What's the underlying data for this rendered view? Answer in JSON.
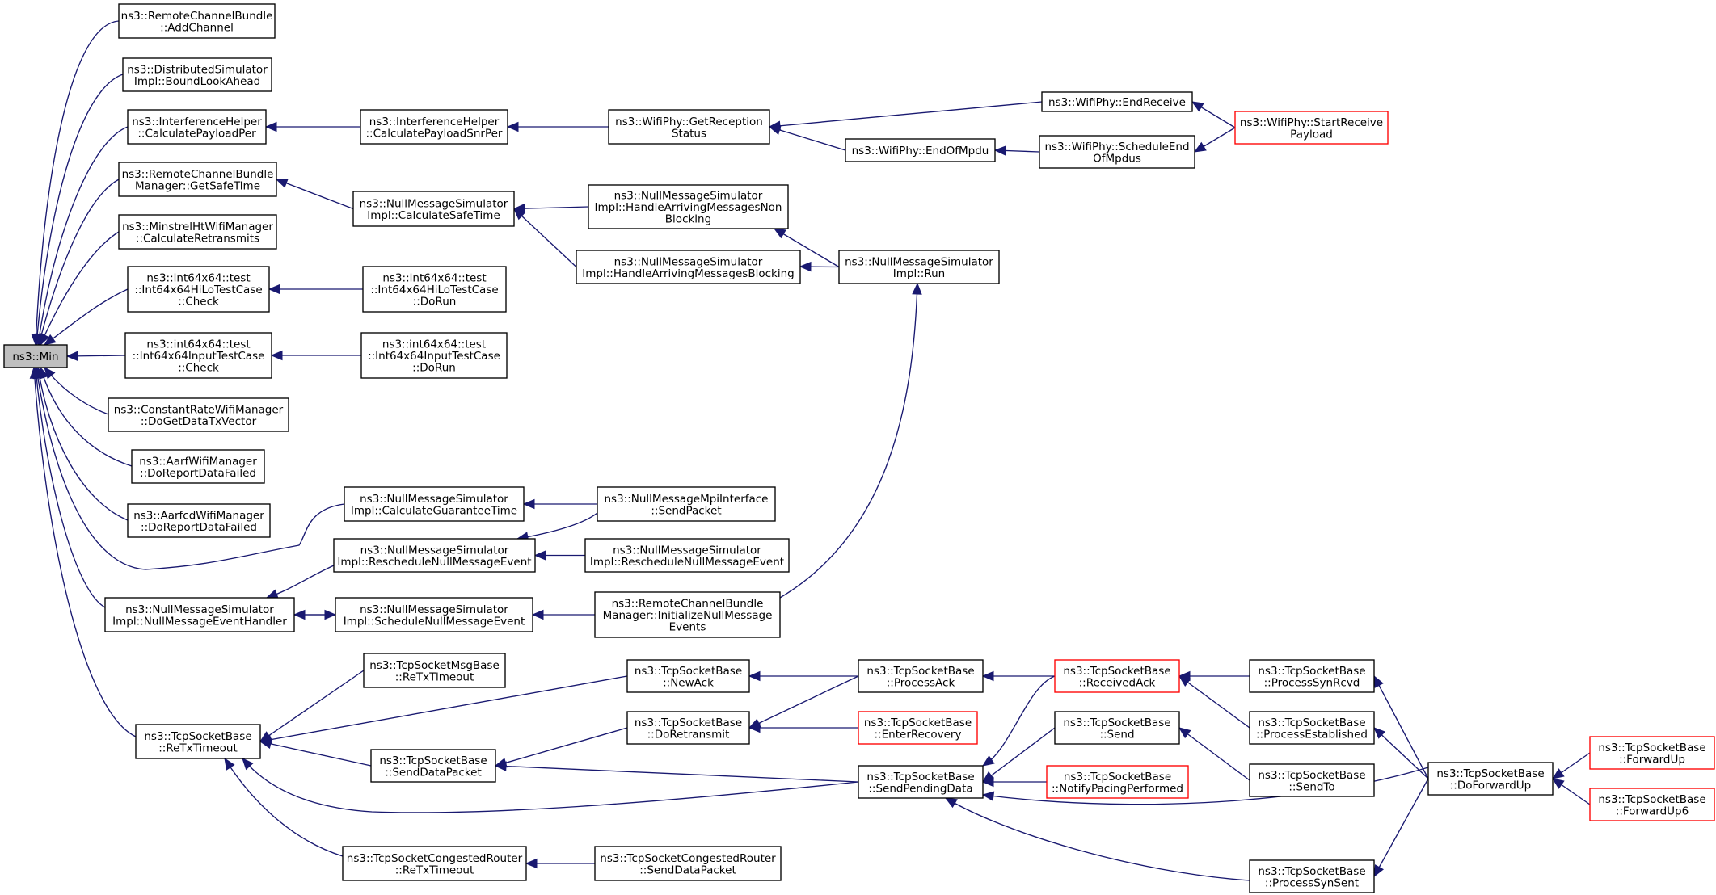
{
  "colors": {
    "edge": "#191970",
    "border": "#000000",
    "highlight_border": "#ff0000",
    "root_fill": "#bfbfbf",
    "node_fill": "#ffffff"
  },
  "nodes": {
    "n_min": {
      "lines": [
        "ns3::Min"
      ],
      "style": "root"
    },
    "n_addchannel": {
      "lines": [
        "ns3::RemoteChannelBundle",
        "::AddChannel"
      ]
    },
    "n_boundlook": {
      "lines": [
        "ns3::DistributedSimulator",
        "Impl::BoundLookAhead"
      ]
    },
    "n_calcpayloadper": {
      "lines": [
        "ns3::InterferenceHelper",
        "::CalculatePayloadPer"
      ]
    },
    "n_calcpayloadsnr": {
      "lines": [
        "ns3::InterferenceHelper",
        "::CalculatePayloadSnrPer"
      ]
    },
    "n_getreception": {
      "lines": [
        "ns3::WifiPhy::GetReception",
        "Status"
      ]
    },
    "n_endreceive": {
      "lines": [
        "ns3::WifiPhy::EndReceive"
      ]
    },
    "n_startreceive": {
      "lines": [
        "ns3::WifiPhy::StartReceive",
        "Payload"
      ],
      "style": "red"
    },
    "n_endofmpdu": {
      "lines": [
        "ns3::WifiPhy::EndOfMpdu"
      ]
    },
    "n_scheduleend": {
      "lines": [
        "ns3::WifiPhy::ScheduleEnd",
        "OfMpdus"
      ]
    },
    "n_getsafetime": {
      "lines": [
        "ns3::RemoteChannelBundle",
        "Manager::GetSafeTime"
      ]
    },
    "n_calcsafetime": {
      "lines": [
        "ns3::NullMessageSimulator",
        "Impl::CalculateSafeTime"
      ]
    },
    "n_hamnb": {
      "lines": [
        "ns3::NullMessageSimulator",
        "Impl::HandleArrivingMessagesNon",
        "Blocking"
      ]
    },
    "n_hamb": {
      "lines": [
        "ns3::NullMessageSimulator",
        "Impl::HandleArrivingMessagesBlocking"
      ]
    },
    "n_run": {
      "lines": [
        "ns3::NullMessageSimulator",
        "Impl::Run"
      ]
    },
    "n_minstrel": {
      "lines": [
        "ns3::MinstrelHtWifiManager",
        "::CalculateRetransmits"
      ]
    },
    "n_hilocheck": {
      "lines": [
        "ns3::int64x64::test",
        "::Int64x64HiLoTestCase",
        "::Check"
      ]
    },
    "n_hilodorun": {
      "lines": [
        "ns3::int64x64::test",
        "::Int64x64HiLoTestCase",
        "::DoRun"
      ]
    },
    "n_inputcheck": {
      "lines": [
        "ns3::int64x64::test",
        "::Int64x64InputTestCase",
        "::Check"
      ]
    },
    "n_inputdorun": {
      "lines": [
        "ns3::int64x64::test",
        "::Int64x64InputTestCase",
        "::DoRun"
      ]
    },
    "n_constrate": {
      "lines": [
        "ns3::ConstantRateWifiManager",
        "::DoGetDataTxVector"
      ]
    },
    "n_aarf": {
      "lines": [
        "ns3::AarfWifiManager",
        "::DoReportDataFailed"
      ]
    },
    "n_aarfcd": {
      "lines": [
        "ns3::AarfcdWifiManager",
        "::DoReportDataFailed"
      ]
    },
    "n_calcguarantee": {
      "lines": [
        "ns3::NullMessageSimulator",
        "Impl::CalculateGuaranteeTime"
      ]
    },
    "n_mpisend": {
      "lines": [
        "ns3::NullMessageMpiInterface",
        "::SendPacket"
      ]
    },
    "n_resched1": {
      "lines": [
        "ns3::NullMessageSimulator",
        "Impl::RescheduleNullMessageEvent"
      ]
    },
    "n_resched2": {
      "lines": [
        "ns3::NullMessageSimulator",
        "Impl::RescheduleNullMessageEvent"
      ]
    },
    "n_nmeh": {
      "lines": [
        "ns3::NullMessageSimulator",
        "Impl::NullMessageEventHandler"
      ]
    },
    "n_schednme": {
      "lines": [
        "ns3::NullMessageSimulator",
        "Impl::ScheduleNullMessageEvent"
      ]
    },
    "n_initnull": {
      "lines": [
        "ns3::RemoteChannelBundle",
        "Manager::InitializeNullMessage",
        "Events"
      ]
    },
    "n_msgretx": {
      "lines": [
        "ns3::TcpSocketMsgBase",
        "::ReTxTimeout"
      ]
    },
    "n_retx": {
      "lines": [
        "ns3::TcpSocketBase",
        "::ReTxTimeout"
      ]
    },
    "n_newack": {
      "lines": [
        "ns3::TcpSocketBase",
        "::NewAck"
      ]
    },
    "n_processack": {
      "lines": [
        "ns3::TcpSocketBase",
        "::ProcessAck"
      ]
    },
    "n_receivedack": {
      "lines": [
        "ns3::TcpSocketBase",
        "::ReceivedAck"
      ],
      "style": "red"
    },
    "n_synrcvd": {
      "lines": [
        "ns3::TcpSocketBase",
        "::ProcessSynRcvd"
      ]
    },
    "n_doretransmit": {
      "lines": [
        "ns3::TcpSocketBase",
        "::DoRetransmit"
      ]
    },
    "n_enterrecovery": {
      "lines": [
        "ns3::TcpSocketBase",
        "::EnterRecovery"
      ],
      "style": "red"
    },
    "n_established": {
      "lines": [
        "ns3::TcpSocketBase",
        "::ProcessEstablished"
      ]
    },
    "n_senddatapacket": {
      "lines": [
        "ns3::TcpSocketBase",
        "::SendDataPacket"
      ]
    },
    "n_send": {
      "lines": [
        "ns3::TcpSocketBase",
        "::Send"
      ]
    },
    "n_sendpending": {
      "lines": [
        "ns3::TcpSocketBase",
        "::SendPendingData"
      ]
    },
    "n_notifypacing": {
      "lines": [
        "ns3::TcpSocketBase",
        "::NotifyPacingPerformed"
      ],
      "style": "red"
    },
    "n_sendto": {
      "lines": [
        "ns3::TcpSocketBase",
        "::SendTo"
      ]
    },
    "n_doforwardup": {
      "lines": [
        "ns3::TcpSocketBase",
        "::DoForwardUp"
      ]
    },
    "n_forwardup": {
      "lines": [
        "ns3::TcpSocketBase",
        "::ForwardUp"
      ],
      "style": "red"
    },
    "n_forwardup6": {
      "lines": [
        "ns3::TcpSocketBase",
        "::ForwardUp6"
      ],
      "style": "red"
    },
    "n_congretx": {
      "lines": [
        "ns3::TcpSocketCongestedRouter",
        "::ReTxTimeout"
      ]
    },
    "n_congsend": {
      "lines": [
        "ns3::TcpSocketCongestedRouter",
        "::SendDataPacket"
      ]
    },
    "n_synsent": {
      "lines": [
        "ns3::TcpSocketBase",
        "::ProcessSynSent"
      ]
    }
  },
  "edges": [
    [
      "n_addchannel",
      "n_min"
    ],
    [
      "n_boundlook",
      "n_min"
    ],
    [
      "n_calcpayloadper",
      "n_min"
    ],
    [
      "n_getsafetime",
      "n_min"
    ],
    [
      "n_minstrel",
      "n_min"
    ],
    [
      "n_hilocheck",
      "n_min"
    ],
    [
      "n_inputcheck",
      "n_min"
    ],
    [
      "n_constrate",
      "n_min"
    ],
    [
      "n_aarf",
      "n_min"
    ],
    [
      "n_aarfcd",
      "n_min"
    ],
    [
      "n_calcguarantee",
      "n_min"
    ],
    [
      "n_nmeh",
      "n_min"
    ],
    [
      "n_retx",
      "n_min"
    ],
    [
      "n_calcpayloadsnr",
      "n_calcpayloadper"
    ],
    [
      "n_getreception",
      "n_calcpayloadsnr"
    ],
    [
      "n_endreceive",
      "n_getreception"
    ],
    [
      "n_endofmpdu",
      "n_getreception"
    ],
    [
      "n_startreceive",
      "n_endreceive"
    ],
    [
      "n_scheduleend",
      "n_endofmpdu"
    ],
    [
      "n_startreceive",
      "n_scheduleend"
    ],
    [
      "n_calcsafetime",
      "n_getsafetime"
    ],
    [
      "n_hamnb",
      "n_calcsafetime"
    ],
    [
      "n_hamb",
      "n_calcsafetime"
    ],
    [
      "n_run",
      "n_hamnb"
    ],
    [
      "n_run",
      "n_hamb"
    ],
    [
      "n_hilodorun",
      "n_hilocheck"
    ],
    [
      "n_inputdorun",
      "n_inputcheck"
    ],
    [
      "n_mpisend",
      "n_calcguarantee"
    ],
    [
      "n_mpisend",
      "n_resched1"
    ],
    [
      "n_resched2",
      "n_resched1"
    ],
    [
      "n_resched1",
      "n_nmeh"
    ],
    [
      "n_schednme",
      "n_nmeh"
    ],
    [
      "n_nmeh",
      "n_schednme"
    ],
    [
      "n_initnull",
      "n_schednme"
    ],
    [
      "n_initnull",
      "n_run"
    ],
    [
      "n_msgretx",
      "n_retx"
    ],
    [
      "n_newack",
      "n_retx"
    ],
    [
      "n_senddatapacket",
      "n_retx"
    ],
    [
      "n_sendpending",
      "n_retx"
    ],
    [
      "n_congretx",
      "n_retx"
    ],
    [
      "n_processack",
      "n_newack"
    ],
    [
      "n_processack",
      "n_doretransmit"
    ],
    [
      "n_enterrecovery",
      "n_doretransmit"
    ],
    [
      "n_doretransmit",
      "n_senddatapacket"
    ],
    [
      "n_sendpending",
      "n_senddatapacket"
    ],
    [
      "n_receivedack",
      "n_processack"
    ],
    [
      "n_synrcvd",
      "n_receivedack"
    ],
    [
      "n_established",
      "n_receivedack"
    ],
    [
      "n_receivedack",
      "n_sendpending"
    ],
    [
      "n_send",
      "n_sendpending"
    ],
    [
      "n_notifypacing",
      "n_sendpending"
    ],
    [
      "n_doforwardup",
      "n_sendpending"
    ],
    [
      "n_synsent",
      "n_sendpending"
    ],
    [
      "n_sendto",
      "n_send"
    ],
    [
      "n_doforwardup",
      "n_synrcvd"
    ],
    [
      "n_doforwardup",
      "n_established"
    ],
    [
      "n_doforwardup",
      "n_synsent"
    ],
    [
      "n_forwardup",
      "n_doforwardup"
    ],
    [
      "n_forwardup6",
      "n_doforwardup"
    ],
    [
      "n_congsend",
      "n_congretx"
    ],
    [
      "n_initnull",
      "n_calcguarantee"
    ]
  ]
}
